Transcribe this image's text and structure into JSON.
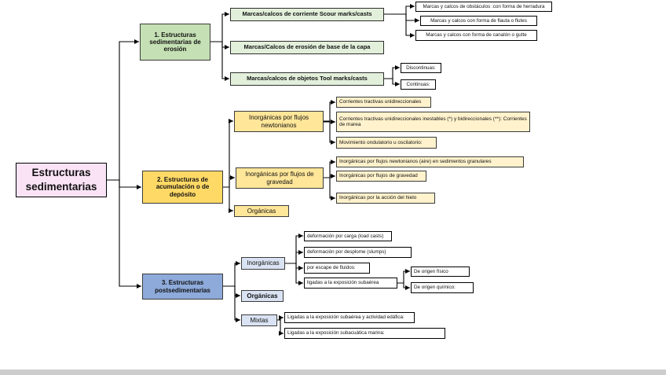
{
  "diagram_title": "Estructuras sedimentarias",
  "colors": {
    "root_fill": "#fbe3f6",
    "level1_erosion_fill": "#c5e0b4",
    "level1_deposito_fill": "#ffd966",
    "level1_postsed_fill": "#8eaadb",
    "erosion_child_fill": "#e2efda",
    "deposito_child_fill": "#ffe699",
    "deposito_leaf_fill": "#fff2cc",
    "postsed_child_fill": "#dae3f3",
    "line": "#000000"
  },
  "tree": {
    "label": "Estructuras sedimentarias",
    "children": [
      {
        "label": "1. Estructuras sedimentarias de erosión",
        "children": [
          {
            "label": "Marcas/calcos de corriente Scour marks/casts",
            "children": [
              {
                "label": "Marcas y calcos de obstáculos :con forma de herradura"
              },
              {
                "label": "Marcas y calcos con forma de flauta o flutes"
              },
              {
                "label": "Marcas y calcos con forma de canalón o gutte"
              }
            ]
          },
          {
            "label": "Marcas/Calcos de erosión de base de la capa"
          },
          {
            "label": "Marcas/calcos de objetos Tool marks/casts",
            "children": [
              {
                "label": "Discontinuas:"
              },
              {
                "label": "Continuas:"
              }
            ]
          }
        ]
      },
      {
        "label": "2. Estructuras de acumulación o de depósito",
        "children": [
          {
            "label": "Inorgánicas por flujos newtonianos",
            "children": [
              {
                "label": "Corrientes tractivas unidireccionales"
              },
              {
                "label": "Corrientes tractivas unidireccionales inestables (*) y bidireccionales (**): Corrientes de marea"
              },
              {
                "label": "Movimiento ondulatorio u oscilatorio:"
              }
            ]
          },
          {
            "label": "Inorgánicas por flujos de gravedad",
            "children": [
              {
                "label": "Inorgánicas por flujos newtonianos (aire) en sedimentos granulares"
              },
              {
                "label": "Inorgánicas por flujos de gravedad"
              },
              {
                "label": "Inorgánicas por la acción del hielo"
              }
            ]
          },
          {
            "label": "Orgánicas"
          }
        ]
      },
      {
        "label": "3. Estructuras postsedimentarias",
        "children": [
          {
            "label": "Inorgánicas",
            "children": [
              {
                "label": "deformación por carga (load casts)"
              },
              {
                "label": "deformación por desplome (slumps)"
              },
              {
                "label": "por escape de fluidos:"
              },
              {
                "label": "ligadas a la exposición subaérea",
                "children": [
                  {
                    "label": "De origen físico"
                  },
                  {
                    "label": "De origen químico:"
                  }
                ]
              }
            ]
          },
          {
            "label": "Orgánicas"
          },
          {
            "label": "Mixtas",
            "children": [
              {
                "label": "Ligadas a la exposición subaérea y actividad edáfica:"
              },
              {
                "label": "Ligadas a la exposición subacuática marina:"
              }
            ]
          }
        ]
      }
    ]
  }
}
